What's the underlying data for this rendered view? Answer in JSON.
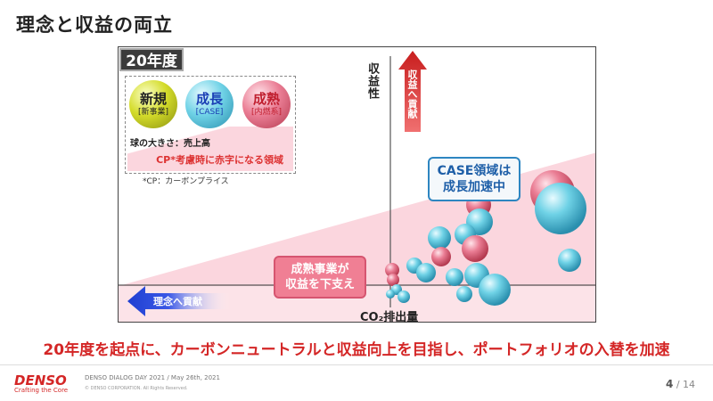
{
  "title": "理念と収益の両立",
  "year_label": "20年度",
  "legend": {
    "balls": [
      {
        "label": "新規",
        "sub": "[新事業]",
        "color": "#c4cc1a"
      },
      {
        "label": "成長",
        "sub": "[CASE]",
        "color": "#5ec8dc"
      },
      {
        "label": "成熟",
        "sub": "[内燃系]",
        "color": "#e46a83"
      }
    ],
    "size_note": "球の大きさ：売上高",
    "cp_region": "CP*考慮時に赤字になる領域"
  },
  "cp_note": "*CP：カーボンプライス",
  "axes": {
    "y_label": "収益性",
    "x_label": "CO₂排出量",
    "profit_arrow": "収益へ貢献",
    "philosophy_arrow": "理念へ貢献"
  },
  "callouts": {
    "mature": "成熟事業が\n収益を下支え",
    "case": "CASE領域は\n成長加速中"
  },
  "colors": {
    "growth": "#5ec8dc",
    "mature": "#e46a83",
    "new": "#c4cc1a",
    "arrow_red": "#d42626",
    "arrow_blue": "#1f3fd1",
    "cp_region": "#fbd6de"
  },
  "headline": "20年度を起点に、カーボンニュートラルと収益向上を目指し、ポートフォリオの入替を加速",
  "footer": {
    "logo": "DENSO",
    "logo_tagline": "Crafting the Core",
    "event": "DENSO DIALOG DAY 2021 / May 26th, 2021",
    "copyright": "© DENSO CORPORATION. All Rights Reserved.",
    "page_current": "4",
    "page_total": "/ 14"
  }
}
